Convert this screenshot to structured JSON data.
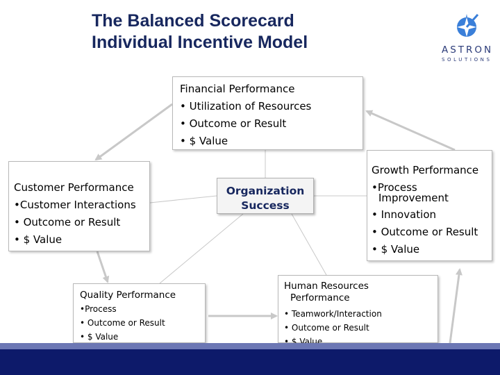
{
  "title": {
    "line1": "The Balanced Scorecard",
    "line2": "Individual Incentive Model"
  },
  "logo": {
    "name": "ASTRON",
    "sub": "SOLUTIONS",
    "icon": "astron-star-logo-icon",
    "color": "#3a7fd9"
  },
  "financial": {
    "heading": "Financial Performance",
    "items": [
      "• Utilization of Resources",
      "• Outcome or Result",
      "• $ Value"
    ]
  },
  "customer": {
    "heading": "Customer Performance",
    "items": [
      "•Customer Interactions",
      "• Outcome or Result",
      "• $ Value"
    ]
  },
  "growth": {
    "heading": "Growth Performance",
    "process_1": "•Process",
    "process_2": "Improvement",
    "items": [
      "• Innovation",
      "• Outcome or Result",
      "• $ Value"
    ]
  },
  "center": {
    "line1": "Organization",
    "line2": "Success"
  },
  "quality": {
    "heading": "Quality Performance",
    "items": [
      "•Process",
      "• Outcome or Result",
      "• $ Value"
    ]
  },
  "hr": {
    "heading_1": "Human Resources",
    "heading_2": "Performance",
    "items": [
      "• Teamwork/Interaction",
      "• Outcome or Result",
      "• $ Value"
    ]
  },
  "colors": {
    "title": "#17275e",
    "footer": "#0d1a6a",
    "arrow": "#c8c8c8"
  }
}
